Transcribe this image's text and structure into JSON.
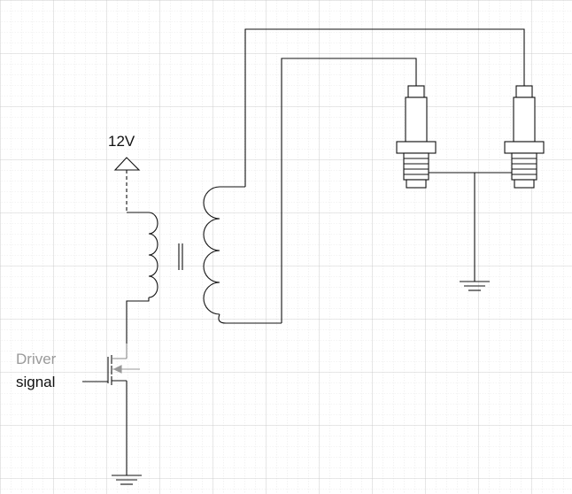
{
  "labels": {
    "supply": "12V",
    "driver_line1": "Driver",
    "driver_line2": "signal"
  },
  "colors": {
    "background": "#ffffff",
    "grid": "#cfcfcf",
    "wire": "#111111",
    "faded_text": "#9a9a9a"
  },
  "components": [
    "supply-arrow-12v",
    "ignition-coil-primary",
    "ignition-coil-secondary",
    "coil-iron-core",
    "mosfet-driver",
    "spark-plug-left",
    "spark-plug-right",
    "ground-symbol-plugs",
    "ground-symbol-mosfet"
  ]
}
